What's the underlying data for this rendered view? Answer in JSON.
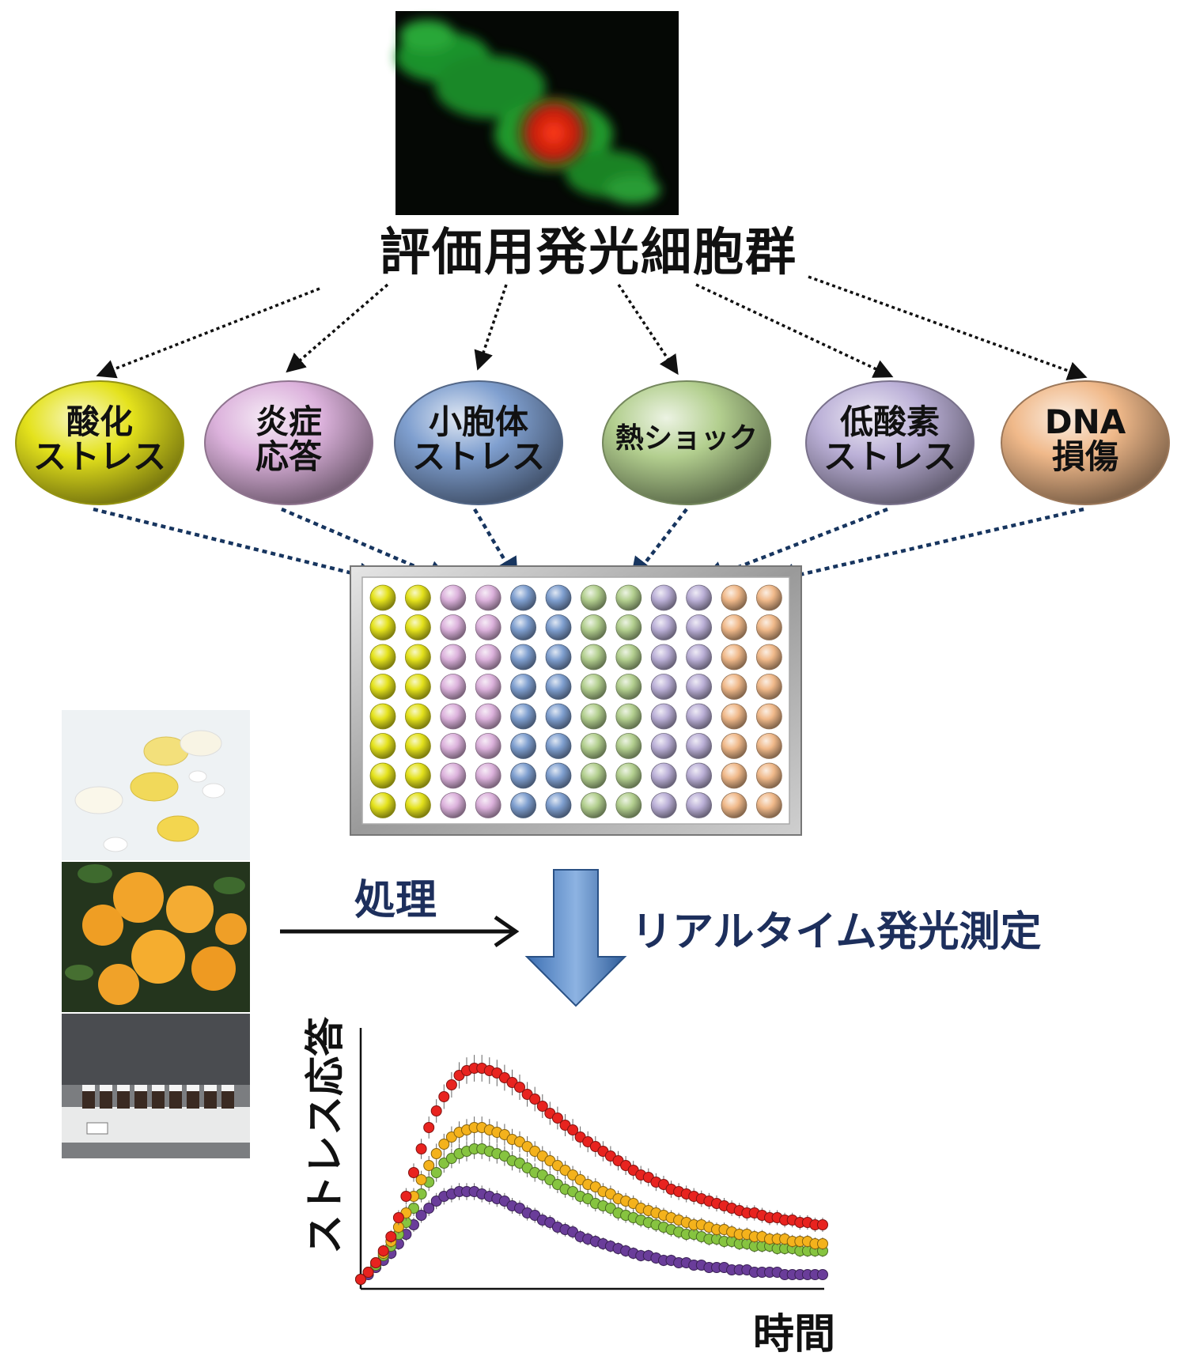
{
  "title": "評価用発光細胞群",
  "stress_types": [
    {
      "line1": "酸化",
      "line2": "ストレス",
      "color": "#e4e21c"
    },
    {
      "line1": "炎症",
      "line2": "応答",
      "color": "#dcb2dc"
    },
    {
      "line1": "小胞体",
      "line2": "ストレス",
      "color": "#7f9fcf"
    },
    {
      "line1": "熱ショック",
      "line2": "",
      "color": "#b3cf8f"
    },
    {
      "line1": "低酸素",
      "line2": "ストレス",
      "color": "#bbb0d7"
    },
    {
      "line1": "DNA",
      "line2": "損傷",
      "color": "#f0b98a"
    }
  ],
  "plate": {
    "rows": 8,
    "columns_per_type": 2
  },
  "process": {
    "treatment_label": "処理",
    "measurement_label": "リアルタイム発光測定"
  },
  "chart_data": {
    "type": "scatter",
    "xlabel": "時間",
    "ylabel": "ストレス応答",
    "series": [
      {
        "color": "#e8231f",
        "values": [
          2,
          5,
          9,
          14,
          20,
          28,
          37,
          47,
          57,
          66,
          73,
          79,
          84,
          88,
          90,
          91,
          91,
          90,
          89,
          87,
          85,
          83,
          80,
          78,
          75,
          72,
          70,
          67,
          65,
          62,
          60,
          58,
          56,
          54,
          52,
          50,
          48,
          46,
          45,
          43,
          42,
          40,
          39,
          38,
          37,
          36,
          35,
          34,
          33,
          32,
          31,
          30,
          30,
          29,
          28,
          28,
          27,
          27,
          26,
          26,
          25,
          25
        ]
      },
      {
        "color": "#f4b21c",
        "values": [
          2,
          5,
          9,
          13,
          18,
          24,
          30,
          37,
          44,
          50,
          55,
          59,
          62,
          64,
          65,
          66,
          66,
          65,
          64,
          63,
          61,
          60,
          58,
          56,
          54,
          52,
          50,
          48,
          46,
          44,
          42,
          41,
          39,
          38,
          36,
          35,
          34,
          32,
          31,
          30,
          29,
          28,
          27,
          26,
          25,
          25,
          24,
          23,
          23,
          22,
          21,
          21,
          20,
          20,
          19,
          19,
          19,
          18,
          18,
          18,
          17,
          17
        ]
      },
      {
        "color": "#86c440",
        "values": [
          2,
          5,
          8,
          12,
          16,
          21,
          26,
          32,
          38,
          43,
          47,
          51,
          53,
          55,
          56,
          57,
          57,
          56,
          55,
          54,
          52,
          51,
          49,
          47,
          46,
          44,
          42,
          40,
          39,
          37,
          36,
          34,
          33,
          32,
          30,
          29,
          28,
          27,
          26,
          25,
          24,
          23,
          22,
          21,
          21,
          20,
          19,
          19,
          18,
          18,
          17,
          17,
          16,
          16,
          16,
          15,
          15,
          15,
          14,
          14,
          14,
          14
        ]
      },
      {
        "color": "#6a3d9a",
        "values": [
          2,
          4,
          7,
          10,
          13,
          17,
          21,
          25,
          29,
          32,
          35,
          37,
          38,
          39,
          39,
          39,
          38,
          37,
          36,
          35,
          33,
          32,
          30,
          29,
          27,
          26,
          24,
          23,
          22,
          20,
          19,
          18,
          17,
          16,
          15,
          14,
          13,
          12,
          12,
          11,
          10,
          10,
          9,
          9,
          8,
          8,
          7,
          7,
          7,
          6,
          6,
          6,
          5,
          5,
          5,
          5,
          4,
          4,
          4,
          4,
          4,
          4
        ]
      }
    ]
  }
}
